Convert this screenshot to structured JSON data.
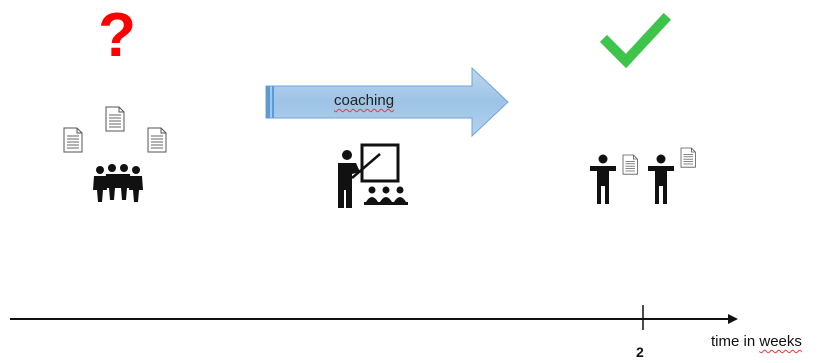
{
  "stage_start": {
    "status_symbol": "?",
    "status_color": "#ff0000",
    "icons": [
      "document-icon",
      "group-of-people-icon"
    ]
  },
  "transition": {
    "label": "coaching",
    "arrow_color": "#9dc3e6",
    "arrow_border": "#5b9bd5",
    "icon": "teacher-at-board-icon"
  },
  "stage_end": {
    "status_symbol": "check-mark-icon",
    "status_color": "#3fc44b",
    "icons": [
      "person-with-document-icon",
      "person-with-document-icon"
    ]
  },
  "timeline": {
    "axis_label": "time in",
    "axis_label_underlined": "weeks",
    "tick_label": "2"
  }
}
